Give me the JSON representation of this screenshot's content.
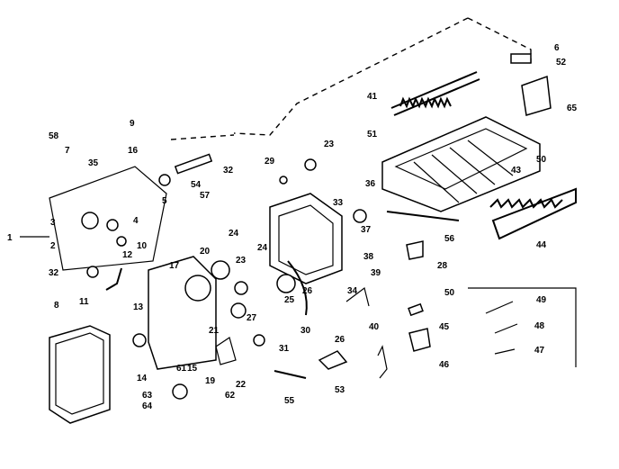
{
  "diagram": {
    "part_numbers": [
      "6",
      "52",
      "65",
      "41",
      "51",
      "50",
      "43",
      "44",
      "56",
      "23",
      "29",
      "33",
      "36",
      "37",
      "9",
      "16",
      "32",
      "54",
      "5",
      "57",
      "58",
      "7",
      "35",
      "3",
      "4",
      "1",
      "2",
      "10",
      "32",
      "11",
      "12",
      "17",
      "20",
      "24",
      "23",
      "24",
      "25",
      "26",
      "30",
      "34",
      "38",
      "39",
      "28",
      "50",
      "40",
      "45",
      "46",
      "49",
      "48",
      "47",
      "8",
      "13",
      "14",
      "61",
      "15",
      "63",
      "64",
      "19",
      "21",
      "22",
      "62",
      "27",
      "31",
      "26",
      "55",
      "53"
    ]
  }
}
